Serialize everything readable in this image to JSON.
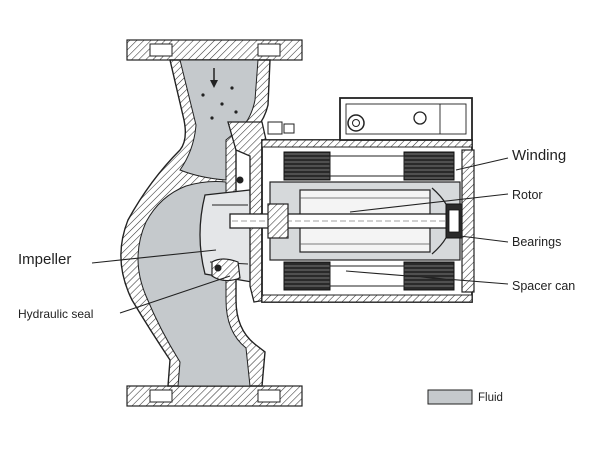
{
  "labels": {
    "winding": "Winding",
    "rotor": "Rotor",
    "bearings": "Bearings",
    "spacer_can": "Spacer can",
    "impeller": "Impeller",
    "hydraulic_seal": "Hydraulic seal"
  },
  "legend": {
    "fluid": "Fluid"
  },
  "colors": {
    "fluid": "#c5c9cc",
    "dark": "#1a1a1a",
    "line": "#222222"
  }
}
